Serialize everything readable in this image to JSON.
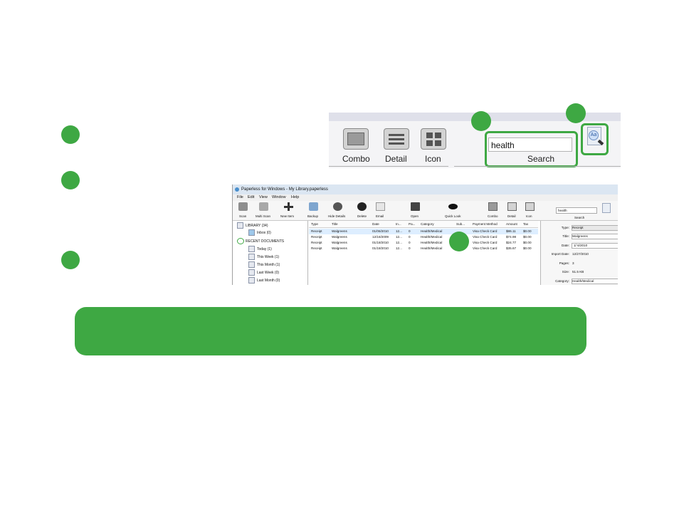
{
  "zoom_toolbar": {
    "combo_label": "Combo",
    "detail_label": "Detail",
    "icon_label": "Icon",
    "search_value": "health",
    "search_label": "Search",
    "advanced_search_icon_text": "Aa"
  },
  "app": {
    "title": "Paperless for Windows - My Library.paperless",
    "menu": [
      "File",
      "Edit",
      "View",
      "Window",
      "Help"
    ],
    "toolbar": [
      "Scan",
      "Multi Scan",
      "New Item",
      "Backup",
      "Hide Details",
      "Delete",
      "Email",
      "Open",
      "Quick Look",
      "Combo",
      "Detail",
      "Icon"
    ],
    "search_value": "health",
    "search_label": "Search",
    "sidebar": {
      "library": "LIBRARY (34)",
      "inbox": "Inbox (0)",
      "recent_header": "RECENT DOCUMENTS",
      "recent": [
        "Today (1)",
        "This Week (1)",
        "This Month (1)",
        "Last Week (0)",
        "Last Month (0)"
      ]
    },
    "columns": [
      "Type",
      "Title",
      "Date",
      "In...",
      "Pa...",
      "Category",
      "Sub...",
      "Payment Method",
      "Amount",
      "Tax"
    ],
    "rows": [
      [
        "Receipt",
        "Walgreens",
        "01/06/2010",
        "12...",
        "0",
        "Health/Medical",
        "",
        "Visa Check Card",
        "$86.11",
        "$0.00"
      ],
      [
        "Receipt",
        "Walgreens",
        "12/16/2009",
        "12...",
        "0",
        "Health/Medical",
        "",
        "Visa Check Card",
        "$74.98",
        "$0.00"
      ],
      [
        "Receipt",
        "Walgreens",
        "01/18/2010",
        "12...",
        "0",
        "Health/Medical",
        "",
        "Visa Check Card",
        "$24.77",
        "$0.00"
      ],
      [
        "Receipt",
        "Walgreens",
        "01/18/2010",
        "12...",
        "0",
        "Health/Medical",
        "",
        "Visa Check Card",
        "$35.67",
        "$0.00"
      ]
    ],
    "details": {
      "type_label": "Type:",
      "type_value": "Receipt",
      "title_label": "Title:",
      "title_value": "Walgreens",
      "date_label": "Date:",
      "date_value": "1/ 6/2010",
      "import_label": "Import Date:",
      "import_value": "12/27/2010",
      "pages_label": "Pages:",
      "pages_value": "3",
      "size_label": "Size:",
      "size_value": "51.5 KB",
      "category_label": "Category:",
      "category_value": "Health/Medical"
    }
  },
  "colors": {
    "accent": "#3ea843"
  }
}
